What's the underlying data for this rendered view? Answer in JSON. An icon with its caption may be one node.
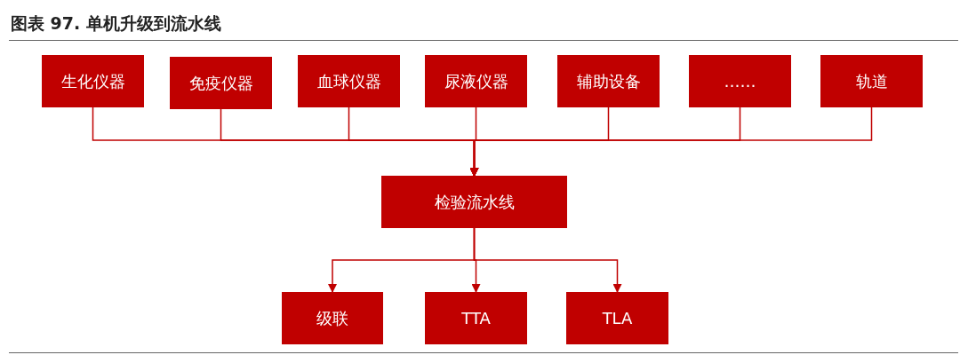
{
  "diagram": {
    "title": "图表 97. 单机升级到流水线",
    "nodes": [
      {
        "text": [
          "生化仪器"
        ]
      },
      {
        "text": [
          "免疫仪器"
        ]
      },
      {
        "text": [
          "血球仪器"
        ]
      },
      {
        "text": [
          "尿液仪器"
        ]
      },
      {
        "text": [
          "辅助设备"
        ]
      },
      {
        "text": [
          "……"
        ]
      },
      {
        "text": [
          "轨道"
        ]
      },
      {
        "text": [
          "检验流水线"
        ]
      },
      {
        "text": [
          "级联"
        ]
      },
      {
        "text": [
          "TTA"
        ]
      },
      {
        "text": [
          "TLA"
        ]
      }
    ],
    "edges": [
      {
        "from": 0,
        "to": 7,
        "arrow": "to"
      },
      {
        "from": 1,
        "to": 7,
        "arrow": "to"
      },
      {
        "from": 2,
        "to": 7,
        "arrow": "to"
      },
      {
        "from": 3,
        "to": 7,
        "arrow": "to"
      },
      {
        "from": 4,
        "to": 7,
        "arrow": "to"
      },
      {
        "from": 5,
        "to": 7,
        "arrow": "to"
      },
      {
        "from": 6,
        "to": 7,
        "arrow": "to"
      },
      {
        "from": 7,
        "to": 8,
        "arrow": "to"
      },
      {
        "from": 7,
        "to": 9,
        "arrow": "to"
      },
      {
        "from": 7,
        "to": 10,
        "arrow": "to"
      }
    ]
  }
}
